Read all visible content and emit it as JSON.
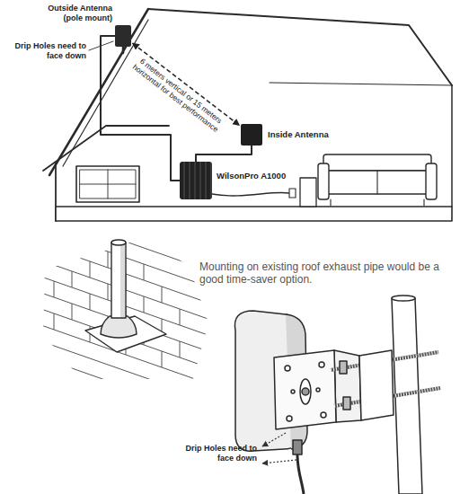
{
  "diagram": {
    "nodes": [
      {
        "text": [
          "Outside Antenna (pole mount)"
        ]
      },
      {
        "text": [
          "Inside Antenna"
        ]
      },
      {
        "text": [
          "WilsonPro A1000"
        ]
      }
    ],
    "edges": [
      {
        "from": 0,
        "to": 1,
        "arrow": "both",
        "label": "6 meters vertical or 15 meters horizontal for best performance"
      },
      {
        "from": 0,
        "to": 2,
        "arrow": "none"
      },
      {
        "from": 2,
        "to": 1,
        "arrow": "none"
      }
    ],
    "labels": [
      "Drip Holes need to face down",
      "Mounting on existing roof exhaust pipe would be a good time-saver option.",
      "Drip Holes need to face down"
    ]
  }
}
